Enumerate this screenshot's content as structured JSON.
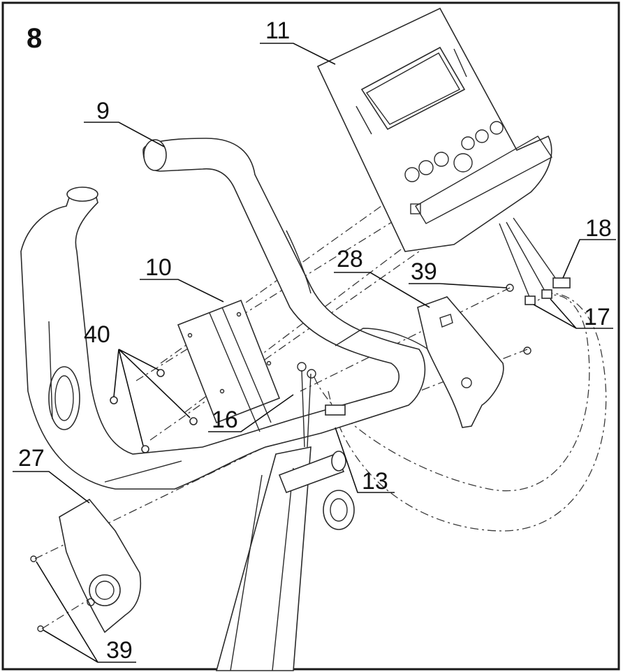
{
  "step_number": "8",
  "callouts": {
    "c9": "9",
    "c10": "10",
    "c11": "11",
    "c13": "13",
    "c16": "16",
    "c17": "17",
    "c18": "18",
    "c27": "27",
    "c28": "28",
    "c39_top": "39",
    "c39_bottom": "39",
    "c40": "40"
  },
  "colors": {
    "ink": "#1a1a1a",
    "paper": "#ffffff"
  }
}
